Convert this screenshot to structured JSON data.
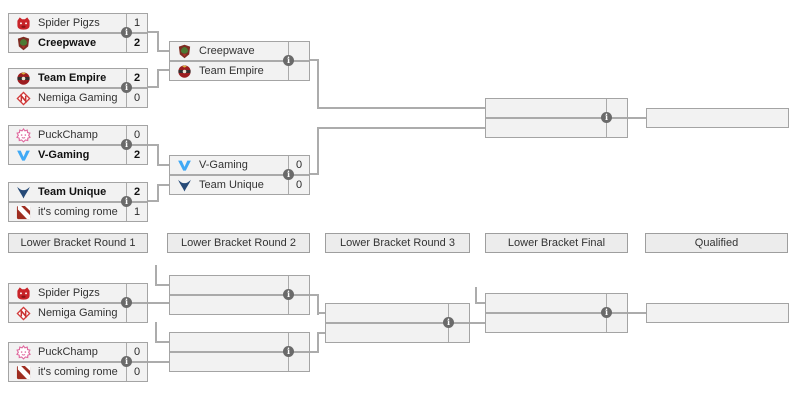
{
  "headers": [
    "Lower Bracket Round 1",
    "Lower Bracket Round 2",
    "Lower Bracket Round 3",
    "Lower Bracket Final",
    "Qualified"
  ],
  "icons": {
    "info": "i"
  },
  "colors": {
    "cell_bg": "#f2f2f2",
    "border": "#a4a4a4",
    "connector": "#acacac",
    "info_icon_bg": "#6a6a6a"
  },
  "top_bracket": {
    "round1": [
      {
        "team1": {
          "name": "Spider Pigzs",
          "score": "1",
          "winner": false,
          "logo": "spider-pigzs"
        },
        "team2": {
          "name": "Creepwave",
          "score": "2",
          "winner": true,
          "logo": "creepwave"
        }
      },
      {
        "team1": {
          "name": "Team Empire",
          "score": "2",
          "winner": true,
          "logo": "team-empire"
        },
        "team2": {
          "name": "Nemiga Gaming",
          "score": "0",
          "winner": false,
          "logo": "nemiga"
        }
      },
      {
        "team1": {
          "name": "PuckChamp",
          "score": "0",
          "winner": false,
          "logo": "puckchamp"
        },
        "team2": {
          "name": "V-Gaming",
          "score": "2",
          "winner": true,
          "logo": "v-gaming"
        }
      },
      {
        "team1": {
          "name": "Team Unique",
          "score": "2",
          "winner": true,
          "logo": "team-unique"
        },
        "team2": {
          "name": "it's coming rome",
          "score": "1",
          "winner": false,
          "logo": "dota"
        }
      }
    ],
    "round2": [
      {
        "team1": {
          "name": "Creepwave",
          "score": "",
          "winner": false,
          "logo": "creepwave"
        },
        "team2": {
          "name": "Team Empire",
          "score": "",
          "winner": false,
          "logo": "team-empire"
        }
      },
      {
        "team1": {
          "name": "V-Gaming",
          "score": "0",
          "winner": false,
          "logo": "v-gaming"
        },
        "team2": {
          "name": "Team Unique",
          "score": "0",
          "winner": false,
          "logo": "team-unique"
        }
      }
    ],
    "final": {
      "team1": {
        "name": "",
        "score": "",
        "winner": false
      },
      "team2": {
        "name": "",
        "score": "",
        "winner": false
      }
    },
    "qualified": {
      "name": ""
    }
  },
  "bottom_bracket": {
    "round1": [
      {
        "team1": {
          "name": "Spider Pigzs",
          "score": "",
          "winner": false,
          "logo": "spider-pigzs"
        },
        "team2": {
          "name": "Nemiga Gaming",
          "score": "",
          "winner": false,
          "logo": "nemiga"
        }
      },
      {
        "team1": {
          "name": "PuckChamp",
          "score": "0",
          "winner": false,
          "logo": "puckchamp"
        },
        "team2": {
          "name": "it's coming rome",
          "score": "0",
          "winner": false,
          "logo": "dota"
        }
      }
    ],
    "round2": [
      {
        "team1": {
          "name": "",
          "score": "",
          "winner": false
        },
        "team2": {
          "name": "",
          "score": "",
          "winner": false
        }
      },
      {
        "team1": {
          "name": "",
          "score": "",
          "winner": false
        },
        "team2": {
          "name": "",
          "score": "",
          "winner": false
        }
      }
    ],
    "round3": {
      "team1": {
        "name": "",
        "score": "",
        "winner": false
      },
      "team2": {
        "name": "",
        "score": "",
        "winner": false
      }
    },
    "final": {
      "team1": {
        "name": "",
        "score": "",
        "winner": false
      },
      "team2": {
        "name": "",
        "score": "",
        "winner": false
      }
    },
    "qualified": {
      "name": ""
    }
  }
}
